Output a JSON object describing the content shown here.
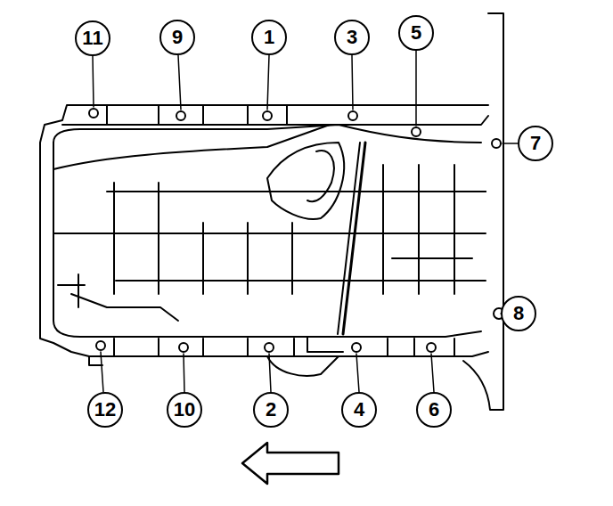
{
  "diagram": {
    "nodes": [
      {
        "text": [
          "11"
        ]
      },
      {
        "text": [
          "9"
        ]
      },
      {
        "text": [
          "1"
        ]
      },
      {
        "text": [
          "3"
        ]
      },
      {
        "text": [
          "5"
        ]
      },
      {
        "text": [
          "7"
        ]
      },
      {
        "text": [
          "8"
        ]
      },
      {
        "text": [
          "12"
        ]
      },
      {
        "text": [
          "10"
        ]
      },
      {
        "text": [
          "2"
        ]
      },
      {
        "text": [
          "4"
        ]
      },
      {
        "text": [
          "6"
        ]
      }
    ]
  }
}
